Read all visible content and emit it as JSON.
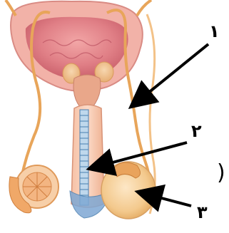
{
  "labels": {
    "one": "١",
    "two": "٢",
    "three": "٣"
  },
  "edge_mark": ")",
  "colors": {
    "tissue_pink": "#e98a8a",
    "duct_orange": "#e8a55a",
    "bladder_inner": "#d96d74",
    "urethra_blue": "#5b8fc0",
    "testis_yellow": "#f0c58a",
    "arrow": "#000000"
  }
}
